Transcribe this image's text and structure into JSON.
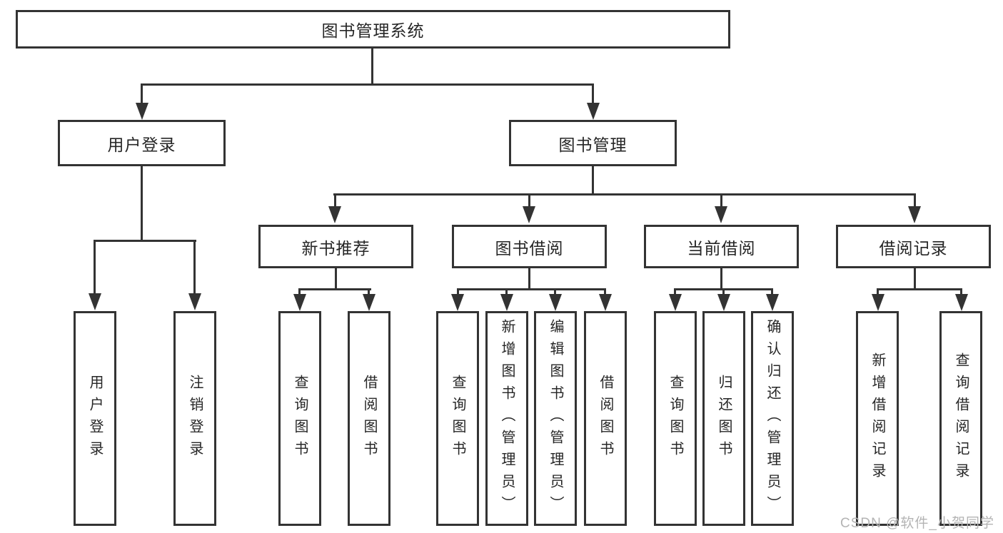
{
  "diagram": {
    "root": {
      "label": "图书管理系统"
    },
    "user_branch": {
      "label": "用户登录",
      "children": [
        "用户登录",
        "注销登录"
      ]
    },
    "mgmt_branch": {
      "label": "图书管理",
      "sections": [
        {
          "label": "新书推荐",
          "children": [
            "查询图书",
            "借阅图书"
          ]
        },
        {
          "label": "图书借阅",
          "children": [
            "查询图书",
            "新增图书（管理员）",
            "编辑图书（管理员）",
            "借阅图书"
          ]
        },
        {
          "label": "当前借阅",
          "children": [
            "查询图书",
            "归还图书",
            "确认归还（管理员）"
          ]
        },
        {
          "label": "借阅记录",
          "children": [
            "新增借阅记录",
            "查询借阅记录"
          ]
        }
      ]
    }
  },
  "watermark": {
    "text": "CSDN @软件_小贺同学"
  },
  "colors": {
    "line": "#333333",
    "text": "#262626",
    "background": "#ffffff",
    "watermark": "#b4b4b4"
  }
}
